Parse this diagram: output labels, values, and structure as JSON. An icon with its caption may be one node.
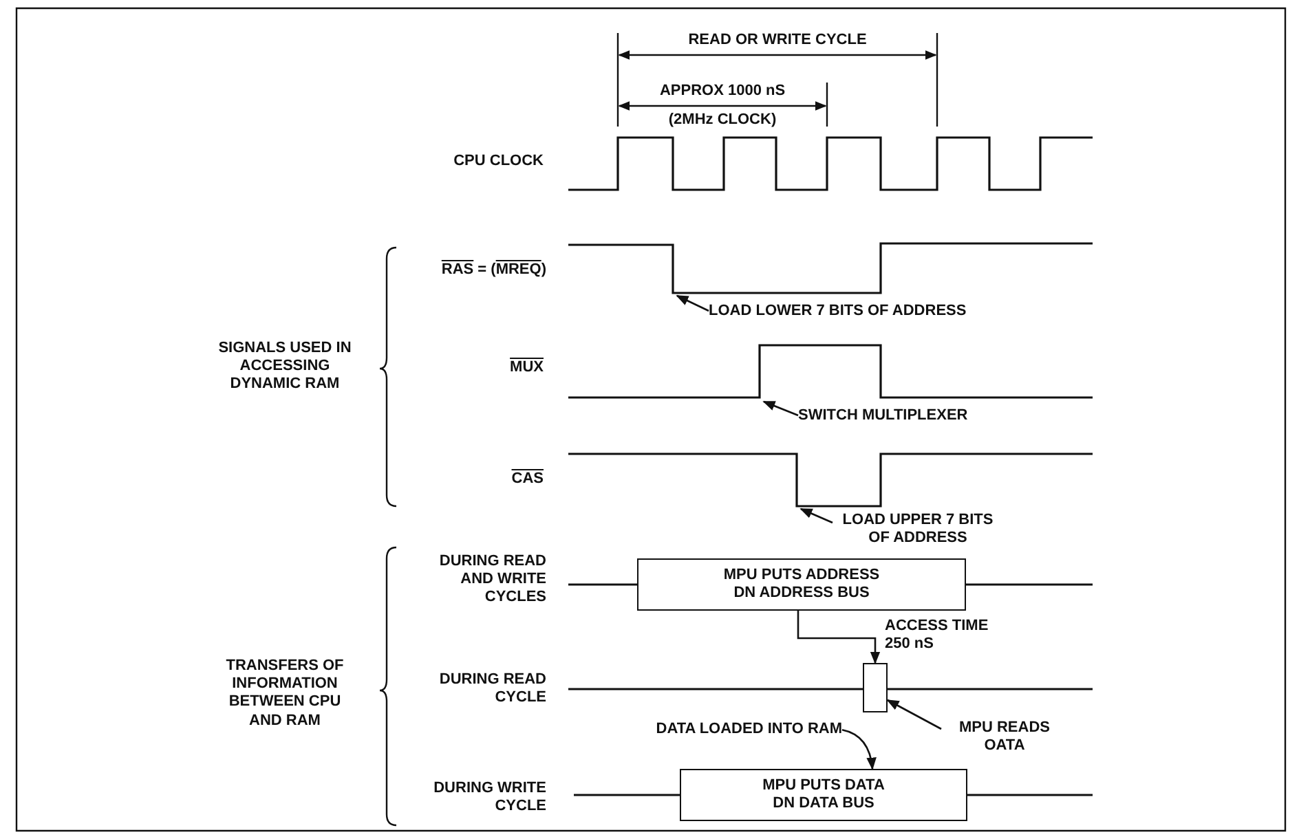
{
  "diagram": {
    "nodes": [
      {
        "text": [
          "LOAD LOWER 7 BITS OF ADDRESS"
        ]
      },
      {
        "text": [
          "SWITCH MULTIPLEXER"
        ]
      },
      {
        "text": [
          "LOAD UPPER 7 BITS OF ADDRESS"
        ]
      },
      {
        "text": [
          "MPU PUTS ADDRESS DN ADDRESS BUS"
        ]
      },
      {
        "text": [],
        "shape": "box"
      },
      {
        "text": [
          "MPU READS OATA"
        ]
      },
      {
        "text": [
          "DATA LOADED INTO RAM"
        ]
      },
      {
        "text": [
          "MPU PUTS DATA DN DATA BUS"
        ]
      }
    ],
    "edges": [
      {
        "from": 0,
        "to": null,
        "arrow": "to"
      },
      {
        "from": 1,
        "to": null,
        "arrow": "to"
      },
      {
        "from": 2,
        "to": null,
        "arrow": "to"
      },
      {
        "from": 3,
        "to": 4,
        "label": "ACCESS TIME 250 nS",
        "arrow": "to"
      },
      {
        "from": 5,
        "to": 4,
        "arrow": "to"
      },
      {
        "from": 6,
        "to": 7,
        "arrow": "to"
      }
    ],
    "labels": [
      "READ OR WRITE CYCLE",
      "APPROX 1000 nS",
      "(2MHz CLOCK)",
      "CPU CLOCK",
      "RAS = (MREQ)",
      "SIGNALS USED IN ACCESSING DYNAMIC RAM",
      "MUX",
      "CAS",
      "DURING READ AND WRITE CYCLES",
      "TRANSFERS OF INFORMATION BETWEEN CPU AND RAM",
      "DURING READ CYCLE",
      "DURING WRITE CYCLE"
    ]
  }
}
